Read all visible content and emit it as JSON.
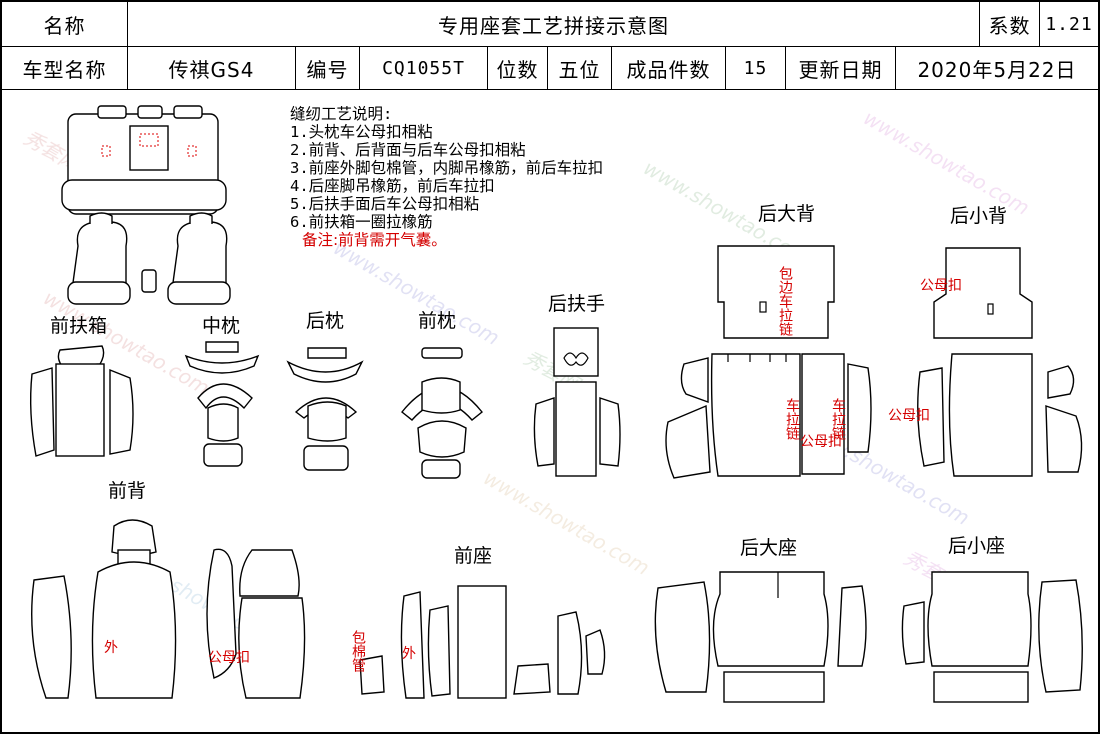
{
  "header": {
    "name_label": "名称",
    "title": "专用座套工艺拼接示意图",
    "coef_label": "系数",
    "coef_value": "1.21",
    "model_label": "车型名称",
    "model_value": "传祺GS4",
    "code_label": "编号",
    "code_value": "CQ1055T",
    "seats_label": "位数",
    "seats_value": "五位",
    "pieces_label": "成品件数",
    "pieces_value": "15",
    "update_label": "更新日期",
    "update_value": "2020年5月22日"
  },
  "notes": {
    "heading": "缝纫工艺说明:",
    "items": [
      "1.头枕车公母扣相粘",
      "2.前背、后背面与后车公母扣相粘",
      "3.前座外脚包棉管，内脚吊橡筋，前后车拉扣",
      "4.后座脚吊橡筋，前后车拉扣",
      "5.后扶手面后车公母扣相粘",
      "6.前扶箱一圈拉橡筋"
    ],
    "remark": "备注:前背需开气囊。"
  },
  "sections": {
    "front_armbox": "前扶箱",
    "middle_headrest": "中枕",
    "rear_headrest": "后枕",
    "front_headrest": "前枕",
    "rear_armrest": "后扶手",
    "rear_big_back": "后大背",
    "rear_small_back": "后小背",
    "front_back": "前背",
    "front_seat": "前座",
    "rear_big_seat": "后大座",
    "rear_small_seat": "后小座"
  },
  "annotations": {
    "edge_zipper": "包边车拉链",
    "zipper_left": "车拉链",
    "zipper_right": "车拉链",
    "snap_center": "公母扣",
    "snap_small_back_top": "公母扣",
    "snap_small_back_left": "公母扣",
    "front_back_outer": "外",
    "front_back_snap": "公母扣",
    "front_seat_cotton": "包棉管",
    "front_seat_outer": "外"
  },
  "watermark": {
    "url": "www.showtao.com",
    "brand": "秀套网"
  }
}
